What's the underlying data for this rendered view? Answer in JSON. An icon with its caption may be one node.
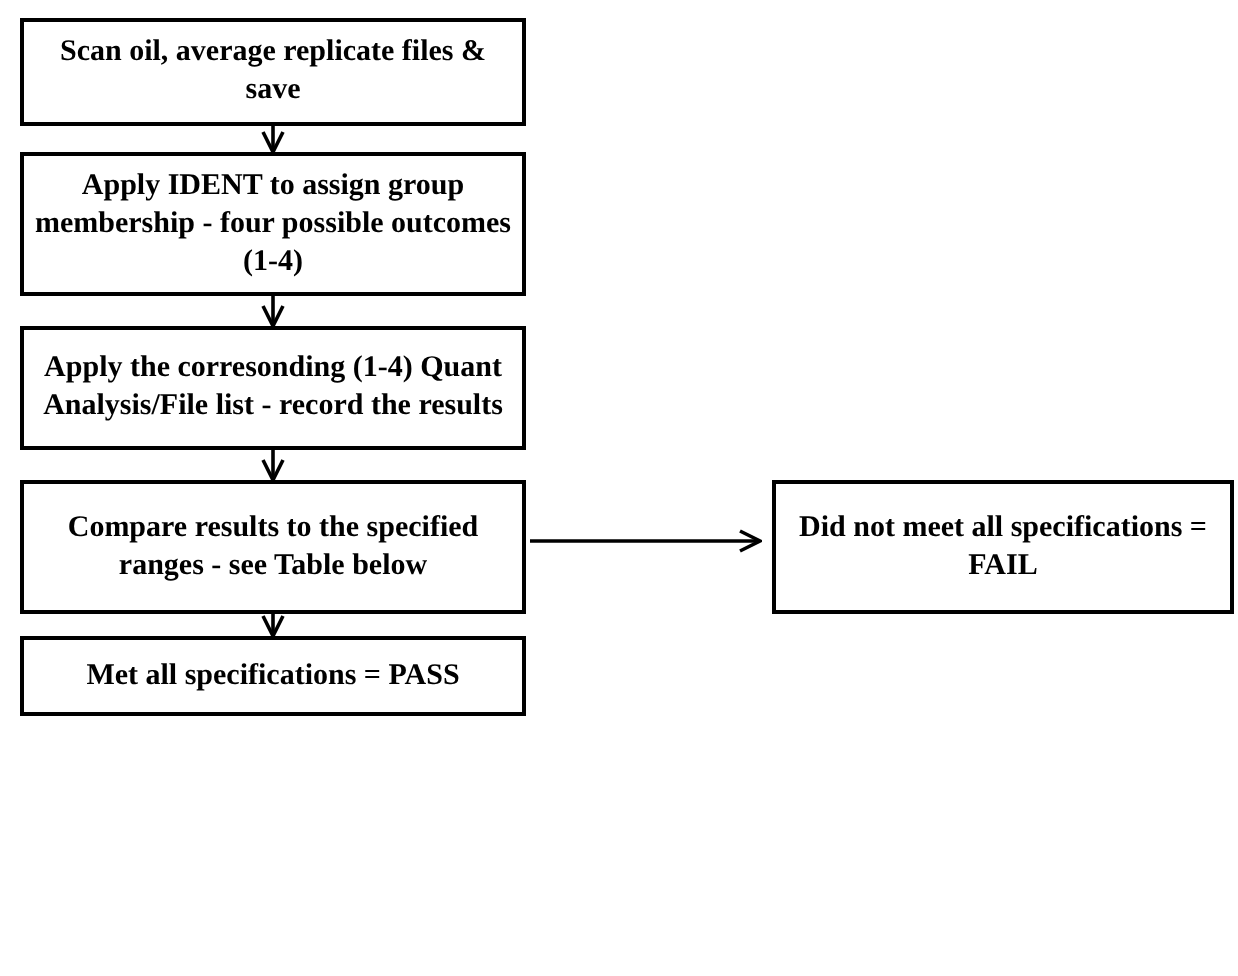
{
  "diagram": {
    "nodes": [
      {
        "text": [
          "Scan oil, average replicate files & save"
        ]
      },
      {
        "text": [
          "Apply IDENT to assign group membership - four possible outcomes (1-4)"
        ]
      },
      {
        "text": [
          "Apply the corresonding (1-4) Quant Analysis/File list - record the results"
        ]
      },
      {
        "text": [
          "Compare results to the specified ranges - see Table below"
        ]
      },
      {
        "text": [
          "Met all specifications = PASS"
        ]
      },
      {
        "text": [
          "Did not meet all specifications = FAIL"
        ]
      }
    ],
    "edges": [
      {
        "from": 0,
        "to": 1,
        "arrow": "to"
      },
      {
        "from": 1,
        "to": 2,
        "arrow": "to"
      },
      {
        "from": 2,
        "to": 3,
        "arrow": "to"
      },
      {
        "from": 3,
        "to": 4,
        "arrow": "to"
      },
      {
        "from": 3,
        "to": 5,
        "arrow": "to"
      }
    ]
  }
}
